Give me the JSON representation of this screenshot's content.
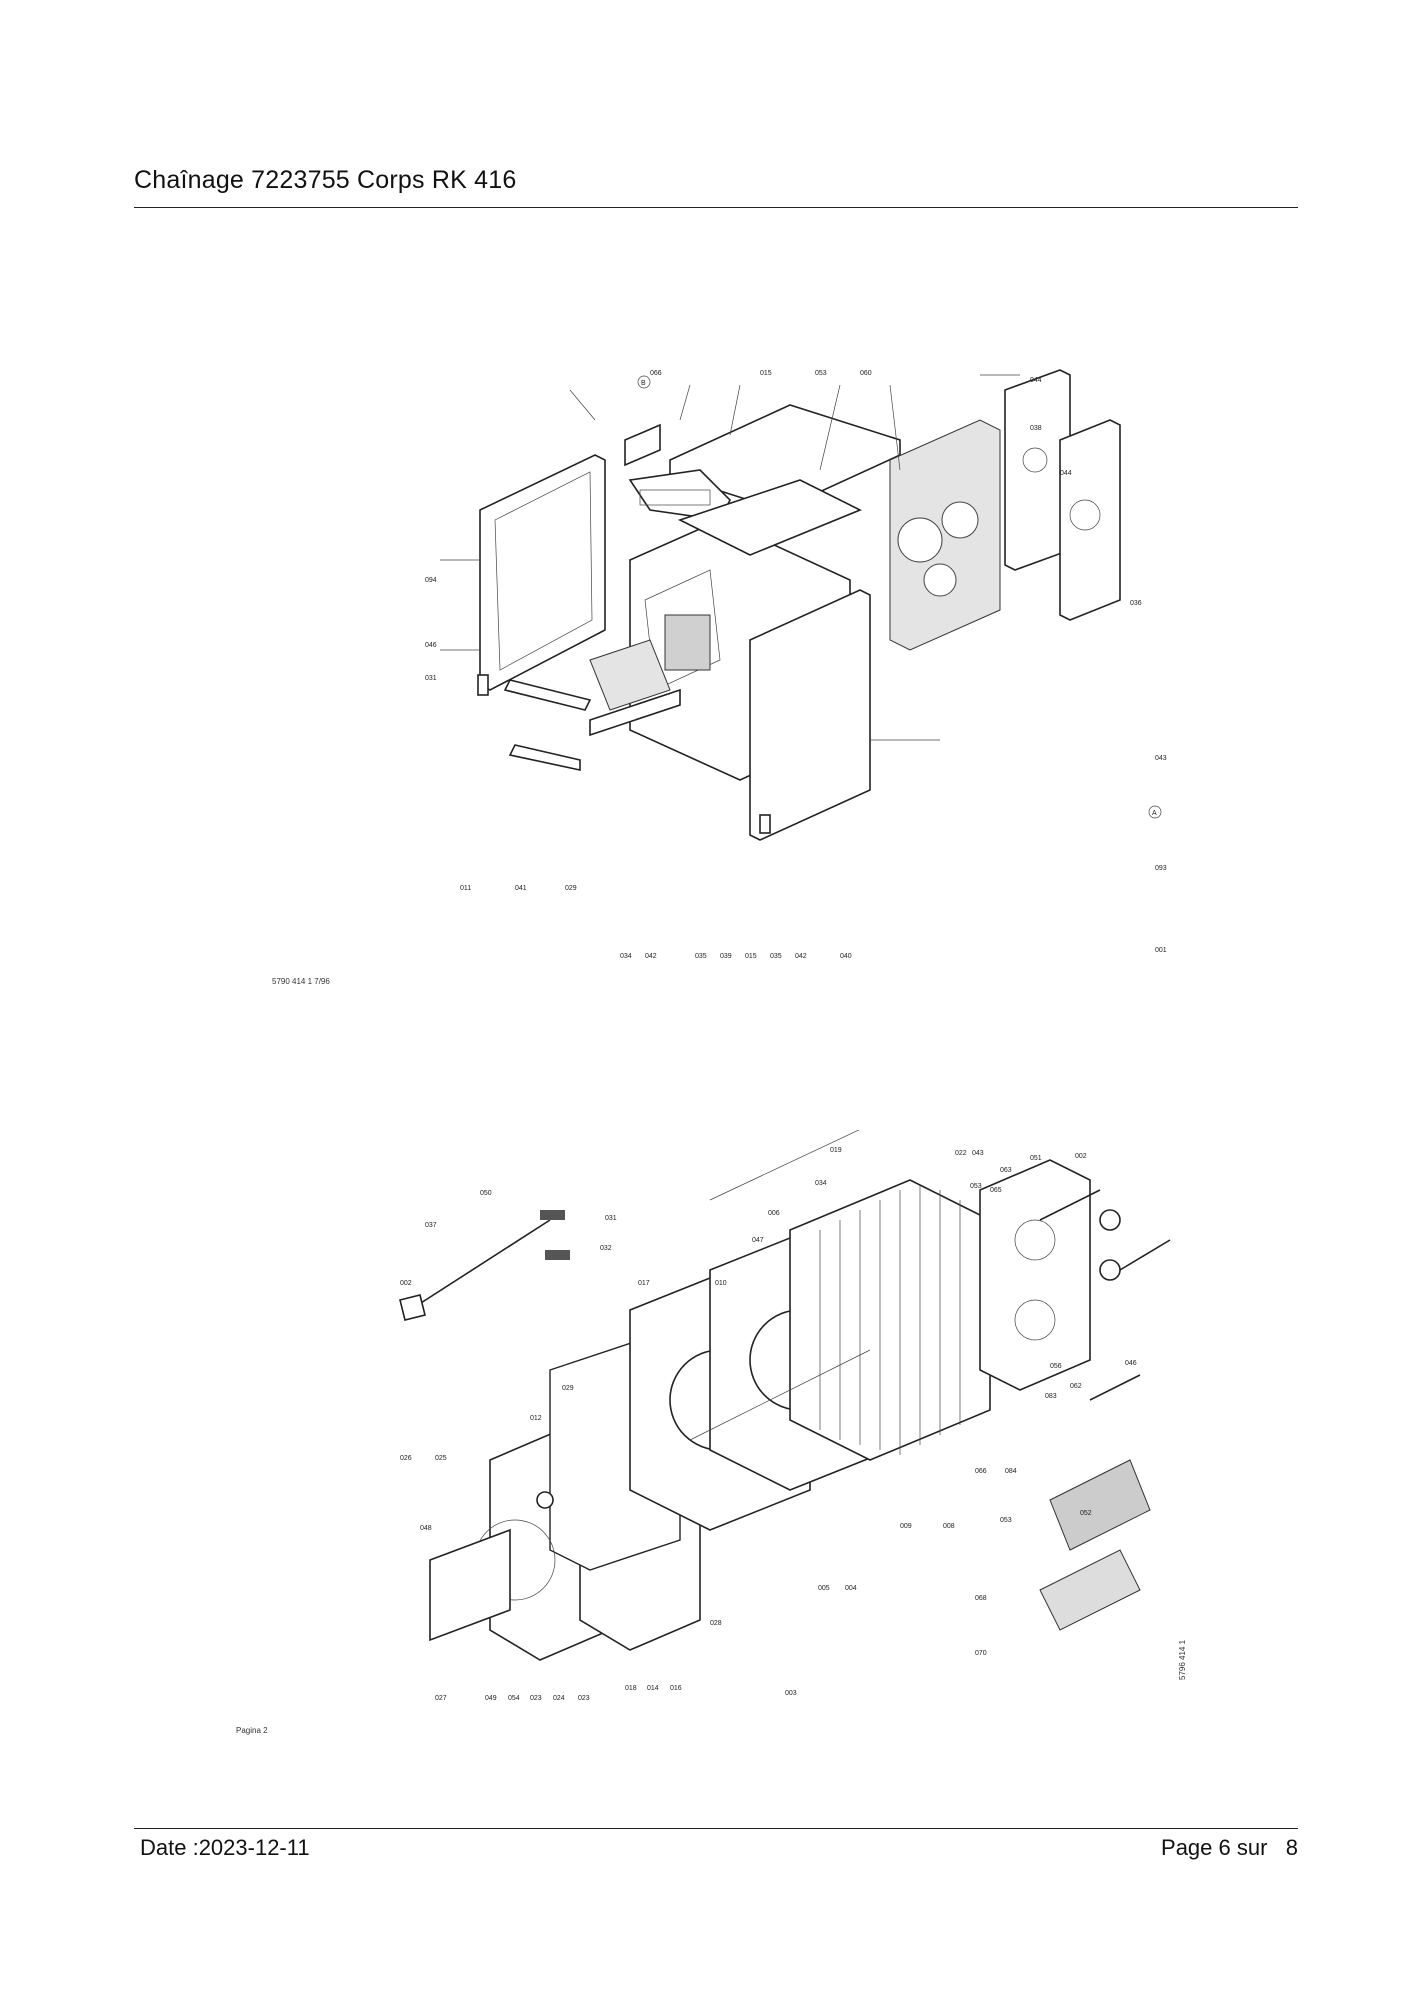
{
  "header": {
    "title": "Chaînage 7223755 Corps RK 416"
  },
  "footer": {
    "date": "Date :2023-12-11",
    "page": "Page 6 sur   8"
  },
  "diagram_top": {
    "ref_code": "5790 414 1   7/96",
    "labels": [
      "066",
      "015",
      "053",
      "060",
      "044",
      "038",
      "044",
      "036",
      "094",
      "046",
      "031",
      "011",
      "041",
      "029",
      "034",
      "042",
      "035",
      "039",
      "015",
      "035",
      "042",
      "040",
      "043",
      "093",
      "001",
      "B",
      "A"
    ]
  },
  "diagram_bottom": {
    "ref_code": "5796 414 1",
    "page_note": "Pagina 2",
    "labels": [
      "019",
      "022",
      "043",
      "051",
      "063",
      "002",
      "050",
      "034",
      "065",
      "053",
      "031",
      "037",
      "006",
      "047",
      "032",
      "002",
      "017",
      "010",
      "029",
      "046",
      "012",
      "026",
      "025",
      "066",
      "084",
      "053",
      "048",
      "009",
      "008",
      "005",
      "004",
      "056",
      "052",
      "028",
      "068",
      "070",
      "003",
      "027",
      "049",
      "054",
      "023",
      "024",
      "023",
      "018",
      "014",
      "016",
      "083",
      "062"
    ]
  }
}
